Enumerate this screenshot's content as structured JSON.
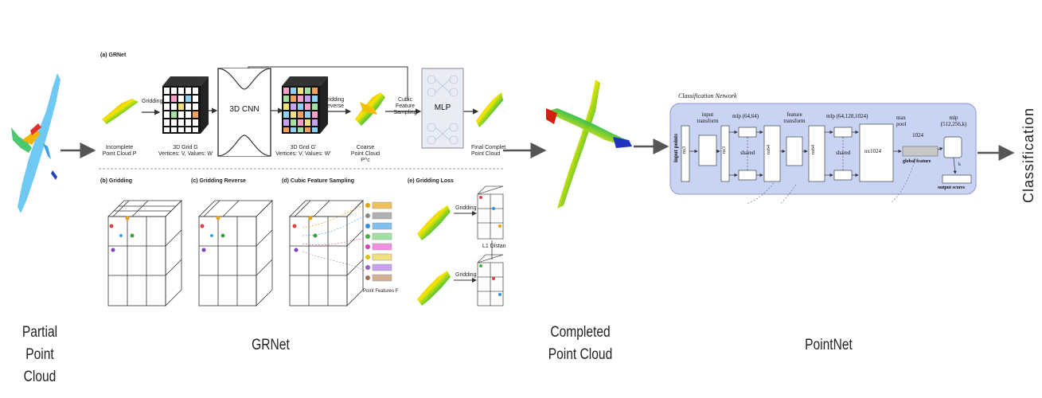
{
  "captions": {
    "partial": [
      "Partial Point",
      "Cloud"
    ],
    "grnet": "GRNet",
    "completed": [
      "Completed",
      "Point Cloud"
    ],
    "pointnet": "PointNet",
    "classification": "Classification"
  },
  "grnet_figure": {
    "title_a": "(a) GRNet",
    "gridding": "Gridding",
    "cnn": "3D CNN",
    "gridding_reverse": [
      "Gridding",
      "Reverse"
    ],
    "cubic_sampling": [
      "Cubic Feature",
      "Sampling"
    ],
    "mlp": "MLP",
    "incomplete": [
      "Incomplete",
      "Point Cloud P"
    ],
    "grid1": [
      "3D Grid G",
      "Vertices: V, Values: W"
    ],
    "grid2": [
      "3D Grid G'",
      "Vertices: V, Values: W'"
    ],
    "coarse": [
      "Coarse",
      "Point Cloud P^c"
    ],
    "final": [
      "Final Complet",
      "Point Cloud"
    ],
    "panel_b": "(b) Gridding",
    "panel_c": "(c) Gridding Reverse",
    "panel_d": "(d) Cubic Feature Sampling",
    "panel_e": "(e) Gridding Loss",
    "point_features": "Point Features F",
    "loss_gridding_1": "Gridding",
    "loss_gridding_2": "Gridding",
    "l1": "L1 Distan"
  },
  "pointnet_figure": {
    "title": "Classification Network",
    "input_points": "input points",
    "nx3_a": "nx3",
    "input_transform": [
      "input",
      "transform"
    ],
    "nx3_b": "nx3",
    "mlp1": "mlp (64,64)",
    "shared1": "shared",
    "nx64_a": "nx64",
    "feature_transform": [
      "feature",
      "transform"
    ],
    "nx64_b": "nx64",
    "mlp2": "mlp (64,128,1024)",
    "shared2": "shared",
    "nx1024": "nx1024",
    "maxpool": [
      "max",
      "pool"
    ],
    "dim1024": "1024",
    "global_feature": "global feature",
    "mlp3": [
      "mlp",
      "(512,256,k)"
    ],
    "k": "k",
    "output_scores": "output scores"
  },
  "colors": {
    "arrow": "#555555",
    "pointnet_bg": "#c9d3f3",
    "pointnet_border": "#8b97cf",
    "divider": "#999999"
  }
}
